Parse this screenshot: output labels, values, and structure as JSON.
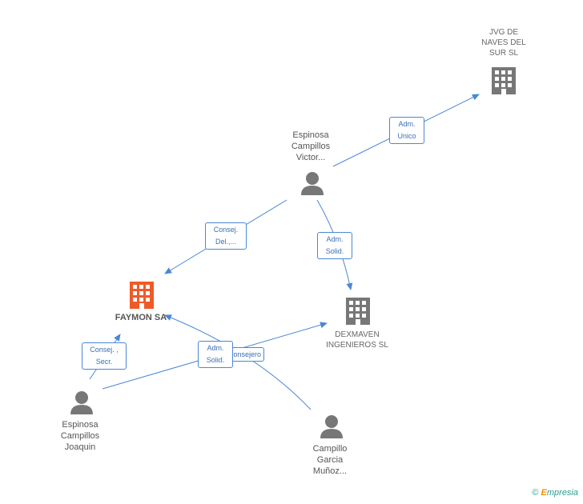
{
  "nodes": {
    "jvg": {
      "label": "JVG DE\nNAVES DEL\nSUR SL",
      "icon": "building-icon",
      "color": "#777777"
    },
    "victor": {
      "label": "Espinosa\nCampillos\nVictor...",
      "icon": "person-icon",
      "color": "#777777"
    },
    "faymon": {
      "label": "FAYMON SA",
      "icon": "building-icon",
      "color": "#f05a28"
    },
    "dexmaven": {
      "label": "DEXMAVEN\nINGENIEROS SL",
      "icon": "building-icon",
      "color": "#777777"
    },
    "joaquin": {
      "label": "Espinosa\nCampillos\nJoaquin",
      "icon": "person-icon",
      "color": "#777777"
    },
    "campillo": {
      "label": "Campillo\nGarcia\nMuñoz...",
      "icon": "person-icon",
      "color": "#777777"
    }
  },
  "relations": {
    "victor_jvg": "Adm.\nUnico",
    "victor_faymon": "Consej.\nDel.,...",
    "victor_dexmaven": "Adm.\nSolid.",
    "joaquin_faymon": "Consej. ,\nSecr.",
    "campillo_faymon": "Adm.\nSolid.",
    "joaquin_dexmaven": "Consejero"
  },
  "footer": {
    "symbol": "©",
    "brand_first": "E",
    "brand_rest": "mpresia"
  },
  "colors": {
    "edge": "#4a87d6",
    "node": "#777777",
    "highlight": "#f05a28"
  }
}
